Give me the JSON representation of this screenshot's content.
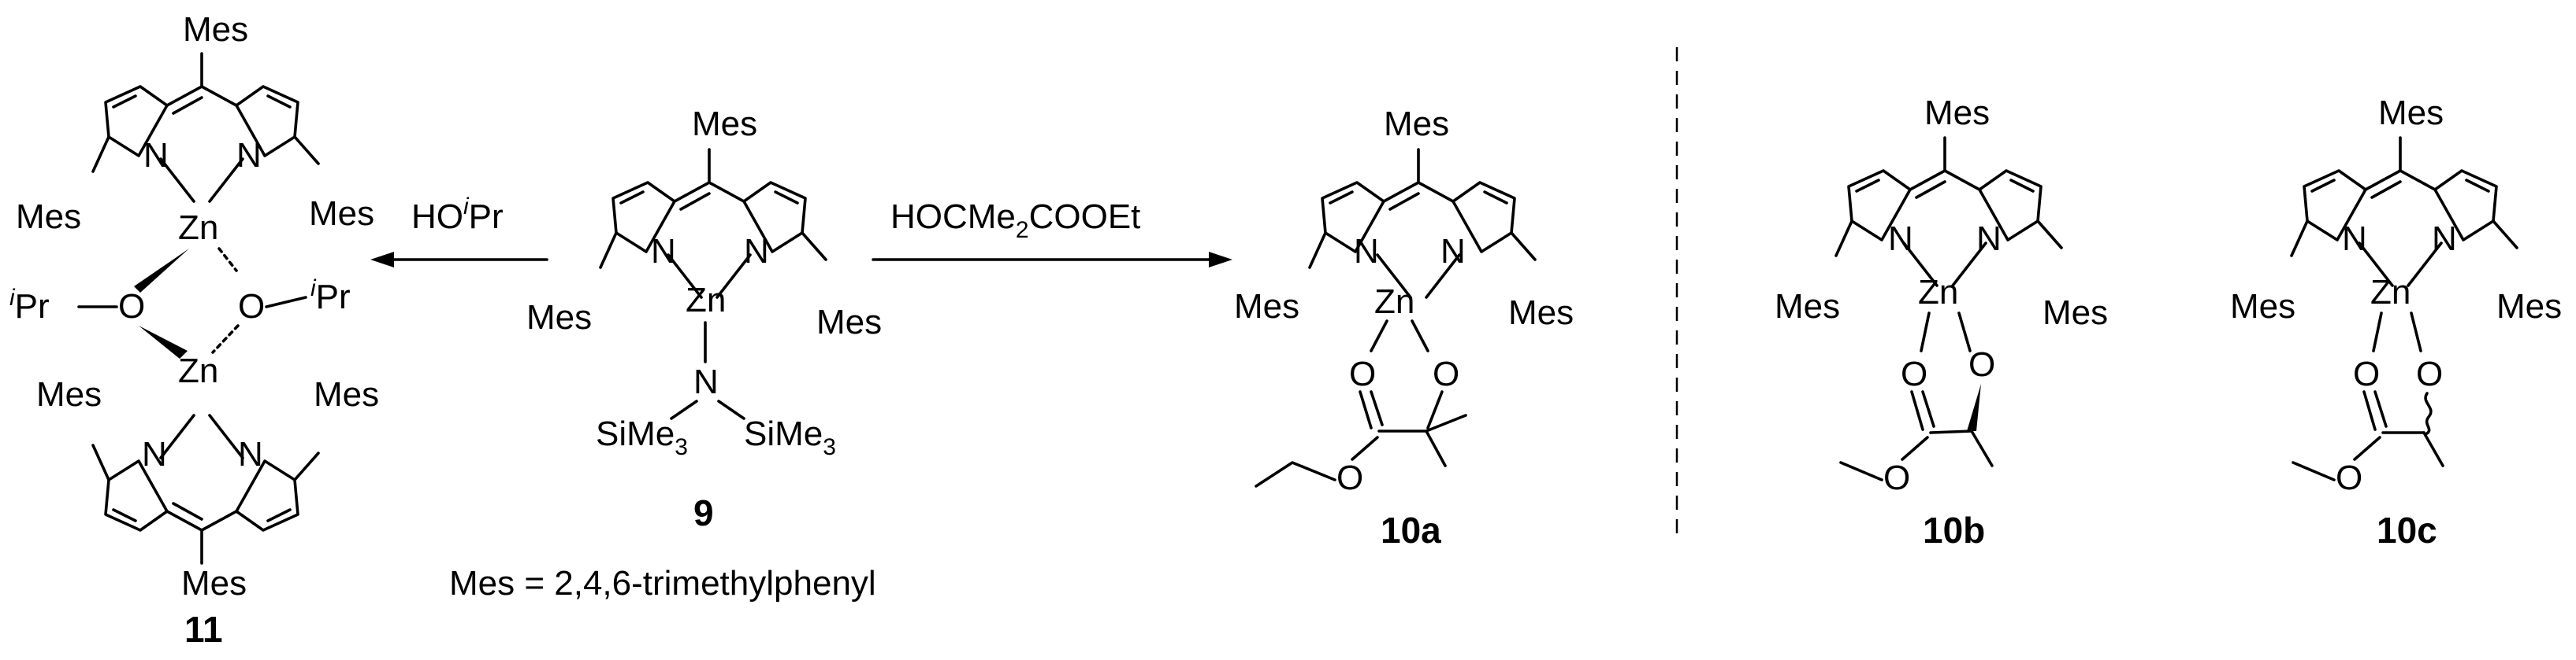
{
  "reagents": {
    "left_arrow": {
      "pre": "HO",
      "sup": "i",
      "post": "Pr"
    },
    "right_arrow": {
      "pre": "HOCMe",
      "sub": "2",
      "post": "COOEt"
    }
  },
  "footnote": "Mes = 2,4,6-trimethylphenyl",
  "compounds": {
    "c9": {
      "label": "9",
      "Mes_top": "Mes",
      "Mes_left": "Mes",
      "Mes_right": "Mes",
      "N1": "N",
      "N2": "N",
      "Zn": "Zn",
      "N_amide": "N",
      "Si_left": {
        "pre": "SiMe",
        "sub": "3"
      },
      "Si_right": {
        "pre": "SiMe",
        "sub": "3"
      }
    },
    "c11": {
      "label": "11",
      "Mes_top": "Mes",
      "Mes_ul": "Mes",
      "Mes_ur": "Mes",
      "Mes_ll": "Mes",
      "Mes_lr": "Mes",
      "Mes_bottom": "Mes",
      "N": "N",
      "Zn": "Zn",
      "O": "O",
      "iPr_left": {
        "sup": "i",
        "post": "Pr"
      },
      "iPr_right": {
        "sup": "i",
        "post": "Pr"
      }
    },
    "c10a": {
      "label": "10a",
      "Mes_top": "Mes",
      "Mes_left": "Mes",
      "Mes_right": "Mes",
      "N": "N",
      "Zn": "Zn",
      "O": "O"
    },
    "c10b": {
      "label": "10b",
      "Mes_top": "Mes",
      "Mes_left": "Mes",
      "Mes_right": "Mes",
      "N": "N",
      "Zn": "Zn",
      "O": "O"
    },
    "c10c": {
      "label": "10c",
      "Mes_top": "Mes",
      "Mes_left": "Mes",
      "Mes_right": "Mes",
      "N": "N",
      "Zn": "Zn",
      "O": "O"
    }
  }
}
